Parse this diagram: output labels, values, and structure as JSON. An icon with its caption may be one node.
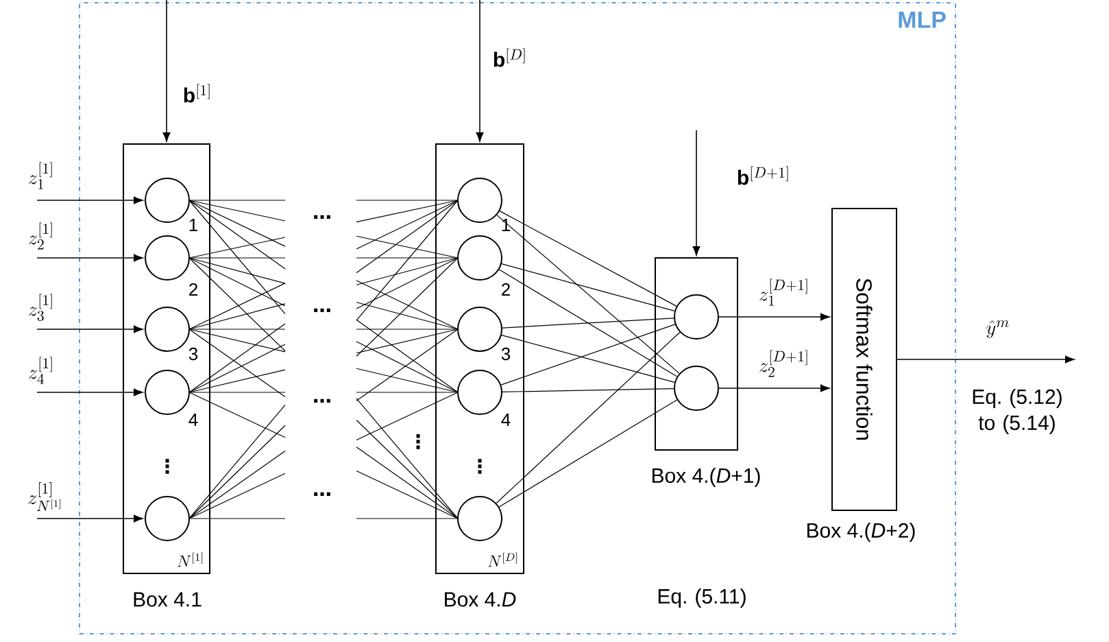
{
  "diagram": {
    "nodes": [
      {
        "text": [
          "MLP"
        ]
      },
      {
        "text": [],
        "shape": "box",
        "beside": [
          "Box 4.1"
        ],
        "in": 0
      },
      {
        "text": [],
        "shape": "circle",
        "beside": [
          "1"
        ],
        "in": 1
      },
      {
        "text": [],
        "shape": "circle",
        "beside": [
          "2"
        ],
        "in": 1
      },
      {
        "text": [],
        "shape": "circle",
        "beside": [
          "3"
        ],
        "in": 1
      },
      {
        "text": [],
        "shape": "circle",
        "beside": [
          "4"
        ],
        "in": 1
      },
      {
        "text": [],
        "shape": "circle",
        "beside": [
          "N^{[1]}"
        ],
        "in": 1
      },
      {
        "text": [],
        "shape": "box",
        "beside": [
          "Box 4.*D*"
        ],
        "in": 0
      },
      {
        "text": [],
        "shape": "circle",
        "beside": [
          "1"
        ],
        "in": 7
      },
      {
        "text": [],
        "shape": "circle",
        "beside": [
          "2"
        ],
        "in": 7
      },
      {
        "text": [],
        "shape": "circle",
        "beside": [
          "3"
        ],
        "in": 7
      },
      {
        "text": [],
        "shape": "circle",
        "beside": [
          "4"
        ],
        "in": 7
      },
      {
        "text": [],
        "shape": "circle",
        "beside": [
          "N^{[D]}"
        ],
        "in": 7
      },
      {
        "text": [],
        "shape": "box",
        "beside": [
          "Box 4.(*D*+1)"
        ],
        "in": 0
      },
      {
        "text": [],
        "shape": "circle",
        "in": 13
      },
      {
        "text": [],
        "shape": "circle",
        "in": 13
      },
      {
        "text": [
          "Softmax function"
        ],
        "beside": [
          "Box 4.(*D*+2)"
        ],
        "in": 0
      }
    ],
    "edges": [
      {
        "from": null,
        "to": 2,
        "arrow": "to",
        "label": "z_1^{[1]}"
      },
      {
        "from": null,
        "to": 3,
        "arrow": "to",
        "label": "z_2^{[1]}"
      },
      {
        "from": null,
        "to": 4,
        "arrow": "to",
        "label": "z_3^{[1]}"
      },
      {
        "from": null,
        "to": 5,
        "arrow": "to",
        "label": "z_4^{[1]}"
      },
      {
        "from": null,
        "to": 6,
        "arrow": "to",
        "label": "z_{N^{[1]}}^{[1]}"
      },
      {
        "from": null,
        "to": 1,
        "arrow": "to",
        "label": "\\mathbf{b}^{[1]}"
      },
      {
        "from": null,
        "to": 7,
        "arrow": "to",
        "label": "\\mathbf{b}^{[D]}"
      },
      {
        "from": null,
        "to": 13,
        "arrow": "to",
        "label": "\\mathbf{b}^{[D+1]}"
      },
      {
        "from": 8,
        "to": 14,
        "arrow": "none"
      },
      {
        "from": 8,
        "to": 15,
        "arrow": "none"
      },
      {
        "from": 9,
        "to": 14,
        "arrow": "none"
      },
      {
        "from": 9,
        "to": 15,
        "arrow": "none"
      },
      {
        "from": 10,
        "to": 14,
        "arrow": "none"
      },
      {
        "from": 10,
        "to": 15,
        "arrow": "none"
      },
      {
        "from": 11,
        "to": 14,
        "arrow": "none"
      },
      {
        "from": 11,
        "to": 15,
        "arrow": "none"
      },
      {
        "from": 12,
        "to": 14,
        "arrow": "none"
      },
      {
        "from": 12,
        "to": 15,
        "arrow": "none"
      },
      {
        "from": 14,
        "to": 16,
        "arrow": "to",
        "label": "z_1^{[D+1]}"
      },
      {
        "from": 15,
        "to": 16,
        "arrow": "to",
        "label": "z_2^{[D+1]}"
      },
      {
        "from": 16,
        "to": null,
        "arrow": "to",
        "label": "\\hat{y}^m"
      }
    ],
    "labels": [
      "⋮",
      "⋯",
      "⋯",
      "⋯",
      "⋯",
      "⋮",
      "⋮",
      "Eq. (5.11)",
      "Eq. (5.12) to (5.14)"
    ]
  }
}
